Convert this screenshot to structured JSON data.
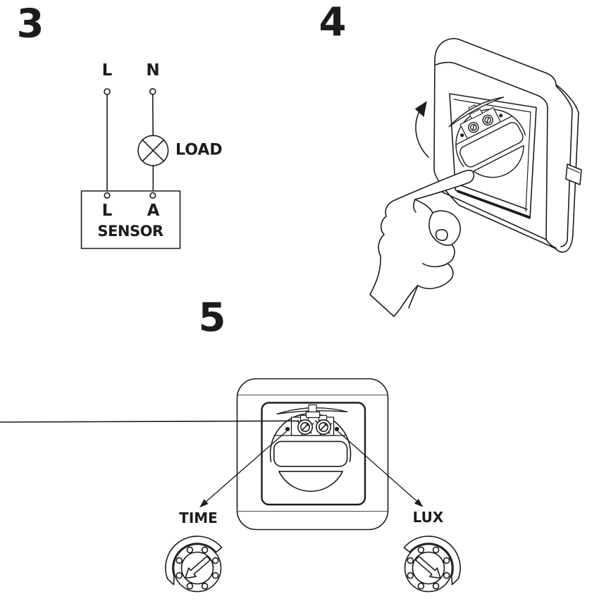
{
  "ink_color": "#1c1c1c",
  "background_color": "#ffffff",
  "step3": {
    "number": "3",
    "wiring": {
      "top_live": "L",
      "top_neutral": "N",
      "load": "LOAD",
      "terminal_live": "L",
      "terminal_switched": "A",
      "device": "SENSOR"
    }
  },
  "step4": {
    "number": "4"
  },
  "step5": {
    "number": "5",
    "adjustments": {
      "time": "TIME",
      "lux": "LUX"
    }
  }
}
